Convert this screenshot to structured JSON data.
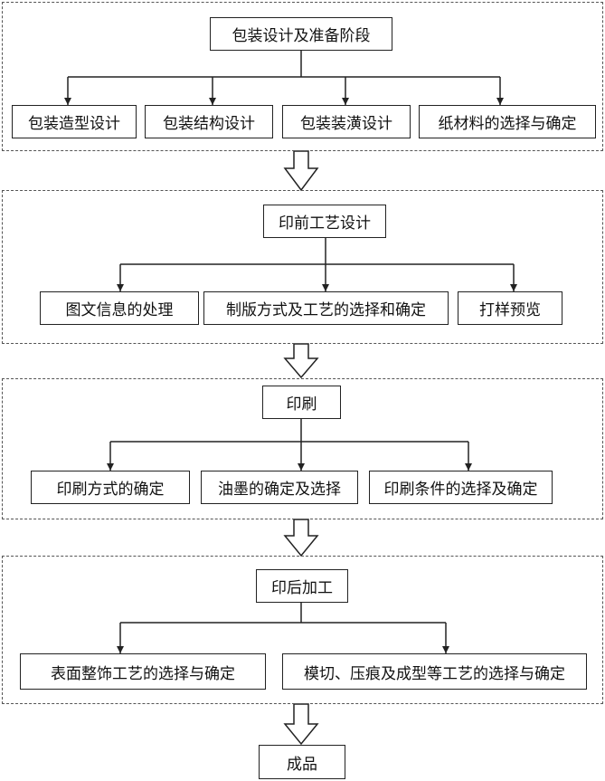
{
  "stages": [
    {
      "title": "包装设计及准备阶段",
      "items": [
        "包装造型设计",
        "包装结构设计",
        "包装装潢设计",
        "纸材料的选择与确定"
      ]
    },
    {
      "title": "印前工艺设计",
      "items": [
        "图文信息的处理",
        "制版方式及工艺的选择和确定",
        "打样预览"
      ]
    },
    {
      "title": "印刷",
      "items": [
        "印刷方式的确定",
        "油墨的确定及选择",
        "印刷条件的选择及确定"
      ]
    },
    {
      "title": "印后加工",
      "items": [
        "表面整饰工艺的选择与确定",
        "模切、压痕及成型等工艺的选择与确定"
      ]
    }
  ],
  "final": "成品"
}
